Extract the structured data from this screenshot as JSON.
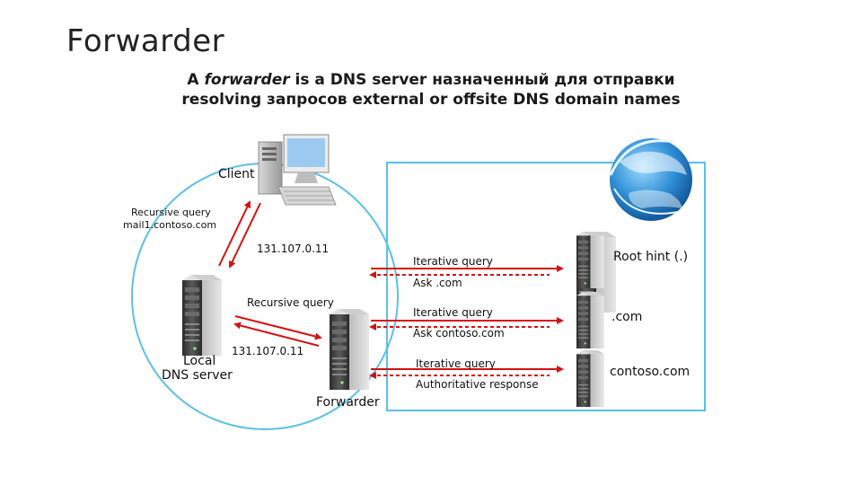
{
  "slide": {
    "title": "Forwarder",
    "subtitle_lead": "A ",
    "subtitle_em": "forwarder",
    "subtitle_rest": " is a DNS server назначенный для отправки resolving запросов external or offsite DNS domain names"
  },
  "labels": {
    "client": "Client",
    "recursive_query_1": "Recursive query",
    "recursive_query_1_target": "mail1.contoso.com",
    "ip_1": "131.107.0.11",
    "recursive_query_2": "Recursive query",
    "ip_2": "131.107.0.11",
    "local_dns_line1": "Local",
    "local_dns_line2": "DNS server",
    "forwarder": "Forwarder",
    "iterative_query_1": "Iterative query",
    "ask_com": "Ask .com",
    "iterative_query_2": "Iterative query",
    "ask_contoso": "Ask contoso.com",
    "iterative_query_3": "Iterative query",
    "authoritative_response": "Authoritative response",
    "root_hint": "Root hint (.)",
    "dot_com": ".com",
    "contoso_com": "contoso.com"
  },
  "colors": {
    "circle": "#5bc0e8",
    "arrow": "#d81010",
    "server_dark": "#3a3a3a",
    "globe": "#1a7cc9"
  },
  "icons": [
    "computer-icon",
    "server-icon",
    "globe-icon"
  ]
}
